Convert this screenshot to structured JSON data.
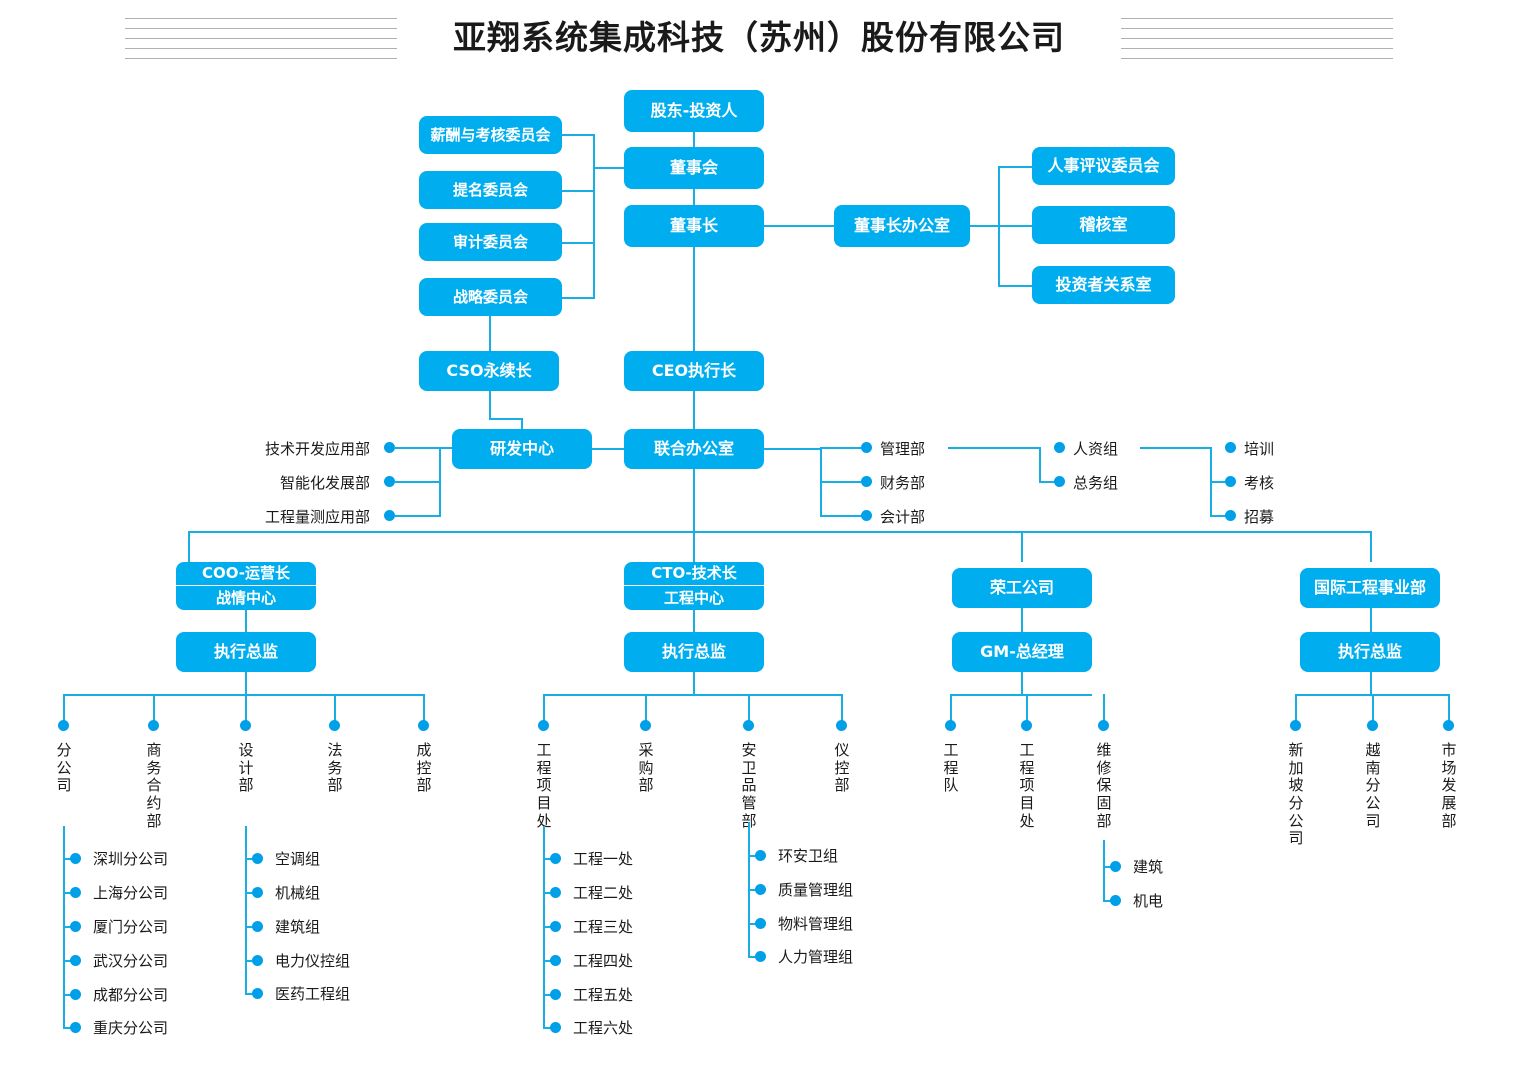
{
  "title": "亚翔系统集成科技（苏州）股份有限公司",
  "colors": {
    "box_fill": "#00AEEF",
    "line": "#17AEE4",
    "dot": "#00A0E9",
    "title_text": "#1a1a1a",
    "deco_line": "#b0b0b0"
  },
  "boxes": {
    "shareholder": "股东-投资人",
    "board": "董事会",
    "chairman": "董事长",
    "chairman_office": "董事长办公室",
    "comp_committee": "薪酬与考核委员会",
    "nomination_committee": "提名委员会",
    "audit_committee": "审计委员会",
    "strategy_committee": "战略委员会",
    "hr_review_committee": "人事评议委员会",
    "audit_room": "稽核室",
    "ir_room": "投资者关系室",
    "cso": "CSO永续长",
    "ceo": "CEO执行长",
    "rd_center": "研发中心",
    "joint_office": "联合办公室",
    "coo_title": "COO-运营长",
    "coo_sub": "战情中心",
    "coo_director": "执行总监",
    "cto_title": "CTO-技术长",
    "cto_sub": "工程中心",
    "cto_director": "执行总监",
    "rongong": "荣工公司",
    "rongong_gm": "GM-总经理",
    "intl_div": "国际工程事业部",
    "intl_director": "执行总监"
  },
  "rd_left_depts": [
    "技术开发应用部",
    "智能化发展部",
    "工程量测应用部"
  ],
  "joint_office_depts": [
    "管理部",
    "财务部",
    "会计部"
  ],
  "admin_groups": [
    "人资组",
    "总务组"
  ],
  "hr_functions": [
    "培训",
    "考核",
    "招募"
  ],
  "coo_branch": {
    "departments": [
      "分公司",
      "商务合约部",
      "设计部",
      "法务部",
      "成控部"
    ],
    "branch_companies": [
      "深圳分公司",
      "上海分公司",
      "厦门分公司",
      "武汉分公司",
      "成都分公司",
      "重庆分公司"
    ],
    "design_groups": [
      "空调组",
      "机械组",
      "建筑组",
      "电力仪控组",
      "医药工程组"
    ]
  },
  "cto_branch": {
    "departments": [
      "工程项目处",
      "采购部",
      "安卫品管部",
      "仪控部"
    ],
    "project_offices": [
      "工程一处",
      "工程二处",
      "工程三处",
      "工程四处",
      "工程五处",
      "工程六处"
    ],
    "safety_groups": [
      "环安卫组",
      "质量管理组",
      "物料管理组",
      "人力管理组"
    ]
  },
  "rongong_branch": {
    "departments": [
      "工程队",
      "工程项目处",
      "维修保固部"
    ],
    "maintenance_groups": [
      "建筑",
      "机电"
    ]
  },
  "intl_branch": {
    "departments": [
      "新加坡分公司",
      "越南分公司",
      "市场发展部"
    ]
  }
}
